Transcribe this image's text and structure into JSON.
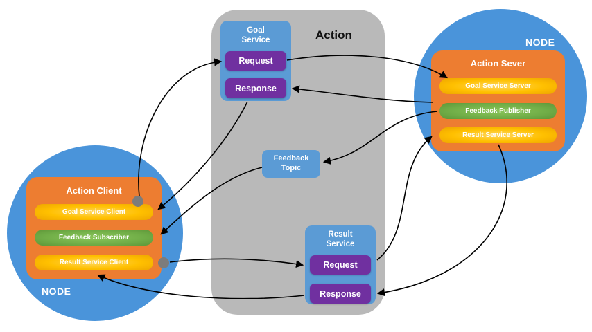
{
  "action_panel": {
    "title": "Action"
  },
  "goal_service": {
    "title": "Goal Service",
    "request_label": "Request",
    "response_label": "Response"
  },
  "feedback_topic": {
    "title": "Feedback Topic"
  },
  "result_service": {
    "title": "Result Service",
    "request_label": "Request",
    "response_label": "Response"
  },
  "server_node": {
    "label": "NODE",
    "box_title": "Action Sever",
    "items": [
      {
        "label": "Goal Service Server",
        "color": "#ffc000"
      },
      {
        "label": "Feedback Publisher",
        "color": "#70ad47"
      },
      {
        "label": "Result Service Server",
        "color": "#ffc000"
      }
    ]
  },
  "client_node": {
    "label": "NODE",
    "box_title": "Action Client",
    "items": [
      {
        "label": "Goal Service Client",
        "color": "#ffc000"
      },
      {
        "label": "Feedback Subscriber",
        "color": "#70ad47"
      },
      {
        "label": "Result Service Client",
        "color": "#ffc000"
      }
    ]
  },
  "colors": {
    "node_circle": "#4a94da",
    "service_box": "#5b9bd5",
    "request_button": "#7030a0",
    "server_client_box": "#ed7d31",
    "action_panel": "#b9b9b9",
    "arrow": "#000000",
    "connector_dot": "#7c7c7c"
  }
}
